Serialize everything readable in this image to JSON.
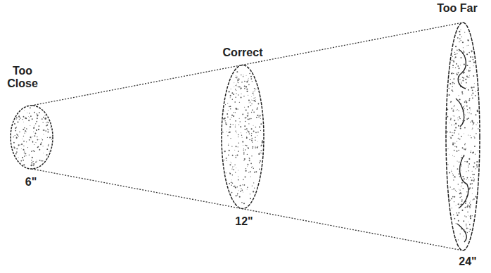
{
  "diagram": {
    "labels": [
      "Too Close",
      "6\"",
      "Correct",
      "12\"",
      "Too Far",
      "24\""
    ]
  }
}
